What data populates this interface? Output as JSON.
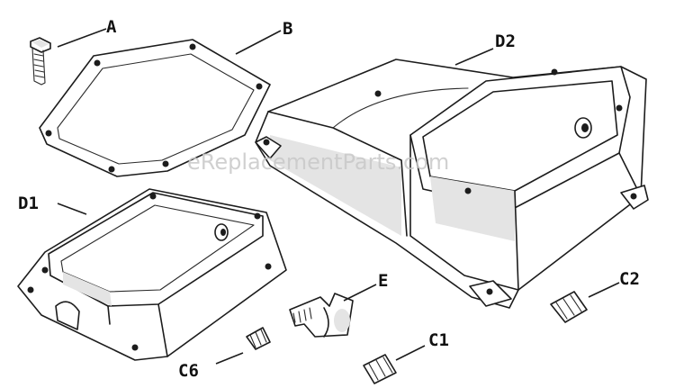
{
  "labels": {
    "A": "A",
    "B": "B",
    "D2": "D2",
    "D1": "D1",
    "E": "E",
    "C2": "C2",
    "C1": "C1",
    "C6": "C6"
  },
  "watermark": "eReplacementParts.com"
}
